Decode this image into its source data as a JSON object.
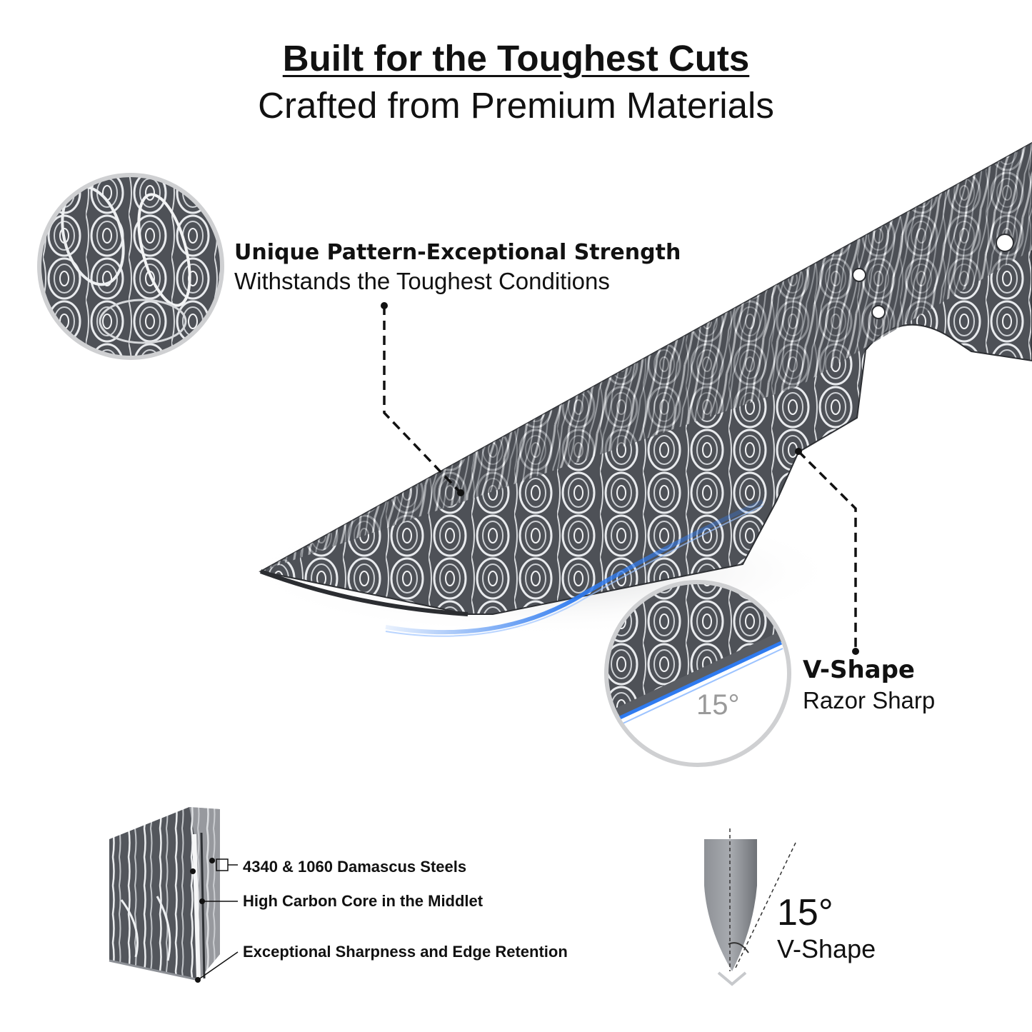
{
  "header": {
    "title": "Built for the Toughest Cuts",
    "subtitle": "Crafted from Premium Materials"
  },
  "pattern_callout": {
    "title": "Unique Pattern-Exceptional Strength",
    "subtitle": "Withstands the Toughest Conditions"
  },
  "edge_callout": {
    "title": "V-Shape",
    "subtitle": "Razor Sharp",
    "angle_label": "15°"
  },
  "layers": {
    "items": [
      "4340 & 1060 Damascus Steels",
      "High Carbon Core in the Middlet",
      "Exceptional Sharpness and Edge Retention"
    ]
  },
  "vshape_diagram": {
    "angle": "15°",
    "label": "V-Shape"
  },
  "colors": {
    "accent_blue": "#2f7bf0",
    "steel_dark": "#3a3d42",
    "steel_light": "#d8dadd",
    "callout_line": "#111111"
  }
}
